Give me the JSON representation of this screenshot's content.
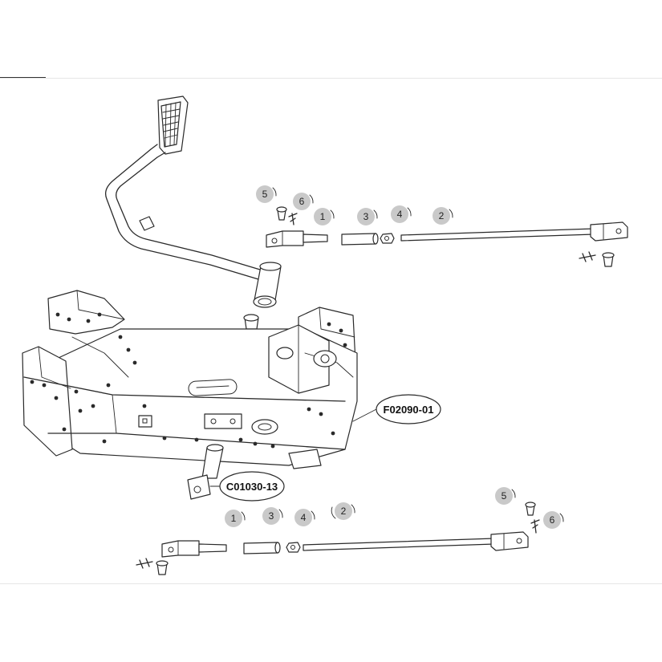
{
  "diagram": {
    "assembly_codes": [
      {
        "code": "F02090-01"
      },
      {
        "code": "C01030-13"
      }
    ],
    "upper_linkage_labels": [
      {
        "label": "5"
      },
      {
        "label": "6"
      },
      {
        "label": "1"
      },
      {
        "label": "3"
      },
      {
        "label": "4"
      },
      {
        "label": "2"
      }
    ],
    "lower_linkage_labels": [
      {
        "label": "1"
      },
      {
        "label": "3"
      },
      {
        "label": "4"
      },
      {
        "label": "2"
      },
      {
        "label": "5"
      },
      {
        "label": "6"
      }
    ]
  }
}
